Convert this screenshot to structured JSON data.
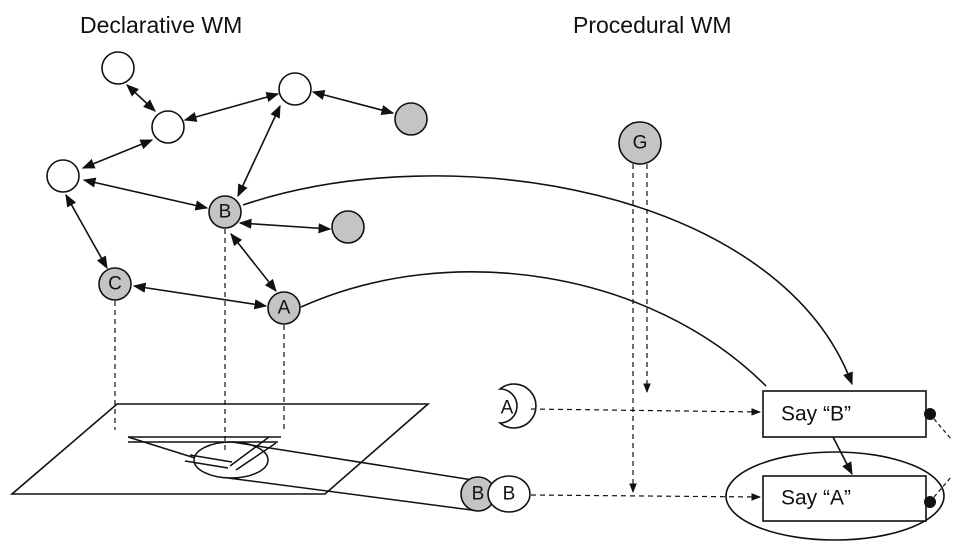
{
  "headings": {
    "declarative": "Declarative WM",
    "procedural": "Procedural WM"
  },
  "nodes": {
    "B": "B",
    "C": "C",
    "A": "A",
    "G": "G",
    "cue_A": "A",
    "cue_B_shaded": "B",
    "cue_B": "B"
  },
  "productions": {
    "say_b": "Say “B”",
    "say_a": "Say “A”"
  },
  "colors": {
    "ink": "#111111",
    "node_fill_active": "#c4c4c4",
    "node_fill_inactive": "#ffffff"
  }
}
